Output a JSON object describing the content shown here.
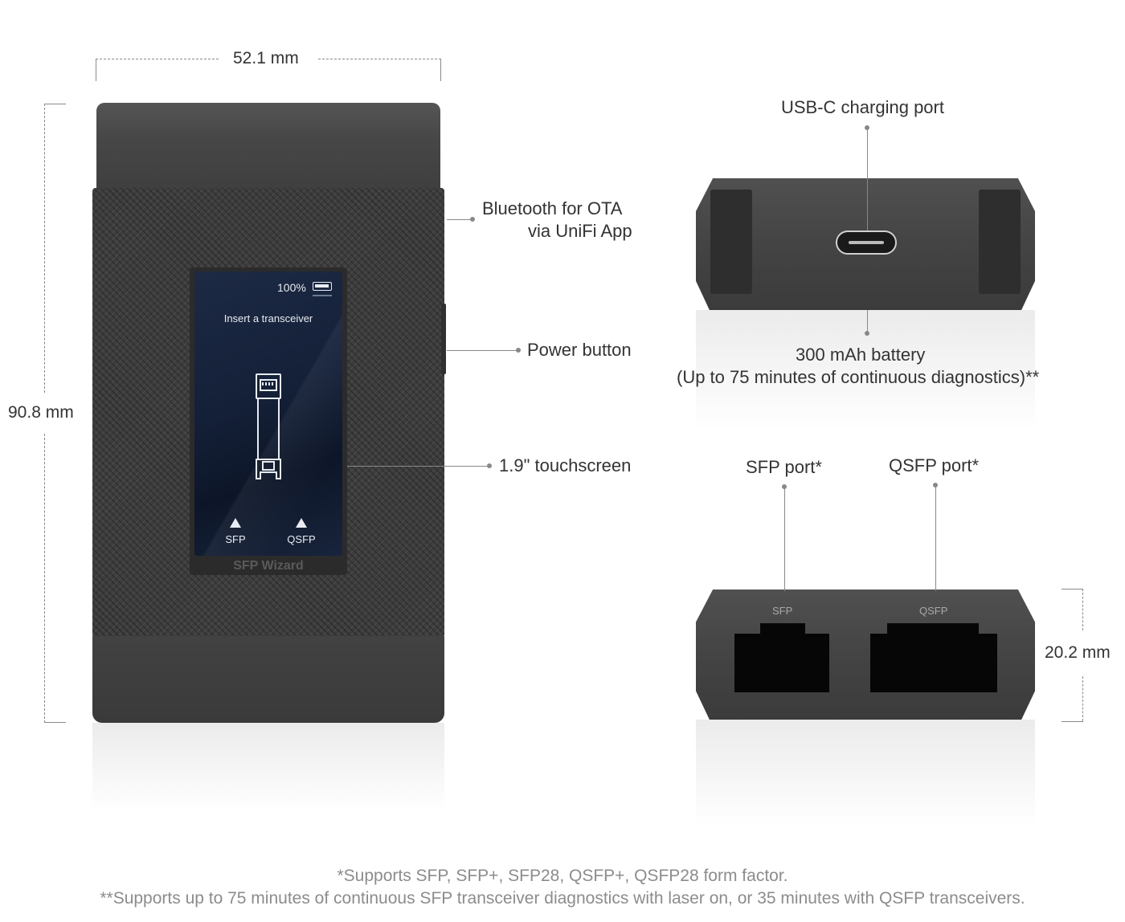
{
  "dimensions": {
    "width_label": "52.1 mm",
    "height_label": "90.8 mm",
    "depth_label": "20.2 mm"
  },
  "callouts": {
    "bluetooth_line1": "Bluetooth for OTA",
    "bluetooth_line2": "via UniFi App",
    "power": "Power button",
    "touchscreen": "1.9\" touchscreen",
    "usb": "USB-C charging port",
    "battery_line1": "300 mAh battery",
    "battery_line2": "(Up to 75 minutes of continuous diagnostics)**",
    "sfp_port": "SFP port*",
    "qsfp_port": "QSFP port*"
  },
  "screen": {
    "battery_pct": "100%",
    "prompt": "Insert a transceiver",
    "btn_left": "SFP",
    "btn_right": "QSFP"
  },
  "device": {
    "brand": "SFP Wizard",
    "port_label_left": "SFP",
    "port_label_right": "QSFP"
  },
  "footnotes": {
    "note1": "*Supports SFP, SFP+, SFP28, QSFP+, QSFP28 form factor.",
    "note2": "**Supports up to 75 minutes of continuous SFP transceiver diagnostics with laser on, or 35 minutes with QSFP transceivers."
  }
}
